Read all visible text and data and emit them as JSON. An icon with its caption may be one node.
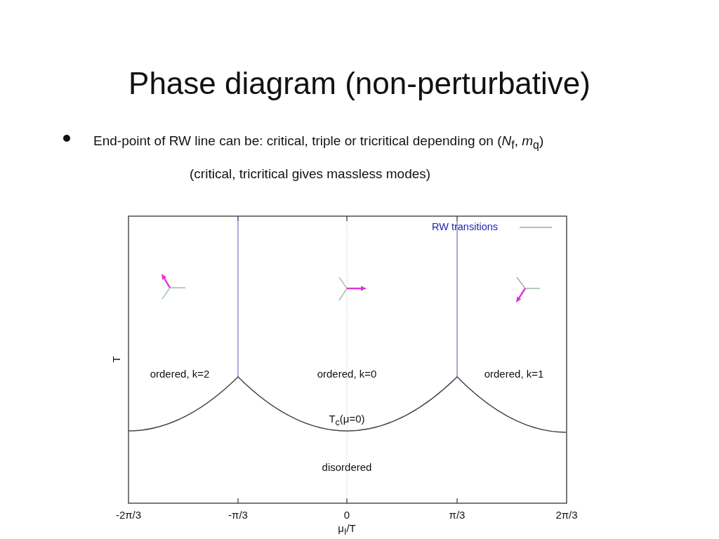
{
  "diagram": {
    "title": "Phase diagram (non-perturbative)",
    "labels": [
      "End-point of RW line can be: critical, triple or tricritical depending on (*N*$_{f}$, *m*$_{q}$)",
      "(critical, tricritical gives massless modes)",
      "T",
      "ordered, k=2",
      "ordered, k=0",
      "ordered, k=1",
      "T$_{c}$(μ=0)",
      "disordered",
      "-2π/3",
      "-π/3",
      "0",
      "π/3",
      "2π/3",
      "μ$_{I}$/T"
    ],
    "legend": [
      {
        "text": "RW transitions"
      }
    ]
  }
}
